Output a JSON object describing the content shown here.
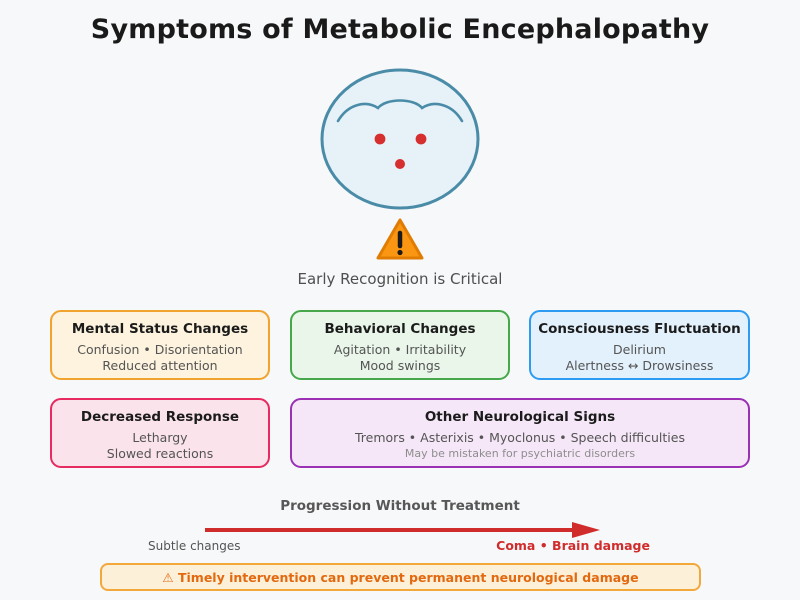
{
  "colors": {
    "background": "#f7f8fa",
    "title_text": "#1a1a1a",
    "muted_text": "#4f4f4f",
    "face_fill": "#e6f2f8",
    "face_stroke": "#4a8ca8",
    "face_dots": "#d62f2f",
    "warning_fill": "#fb9613",
    "warning_stroke": "#e07c02",
    "warning_glyph": "#1a1a1a",
    "arrow_red": "#d02c2c"
  },
  "header": {
    "title": "Symptoms of Metabolic Encephalopathy"
  },
  "warning_caption": "Early Recognition is Critical",
  "symptom_boxes": [
    {
      "title": "Mental Status Changes",
      "lines": [
        "Confusion • Disorientation",
        "Reduced attention"
      ],
      "border": "#f0a32e",
      "bg": "#fdf3de"
    },
    {
      "title": "Behavioral Changes",
      "lines": [
        "Agitation • Irritability",
        "Mood swings"
      ],
      "border": "#46a84b",
      "bg": "#e9f6e9"
    },
    {
      "title": "Consciousness Fluctuation",
      "lines": [
        "Delirium",
        "Alertness ↔ Drowsiness"
      ],
      "border": "#2e9bf2",
      "bg": "#e3f1fc"
    },
    {
      "title": "Decreased Response",
      "lines": [
        "Lethargy",
        "Slowed reactions"
      ],
      "border": "#e72a60",
      "bg": "#fbe3ec"
    },
    {
      "title": "Other Neurological Signs",
      "lines": [
        "Tremors • Asterixis • Myoclonus • Speech difficulties"
      ],
      "note": "May be mistaken for psychiatric disorders",
      "border": "#9b30b5",
      "bg": "#f5e7f8"
    }
  ],
  "progression": {
    "heading": "Progression Without Treatment",
    "start_label": "Subtle changes",
    "end_label": "Coma • Brain damage",
    "arrow_color": "#d02c2c"
  },
  "footer_banner": {
    "text": "⚠ Timely intervention can prevent permanent neurological damage",
    "text_color": "#e2690f",
    "bg": "#fdf0d9",
    "border": "#f3a83c"
  }
}
